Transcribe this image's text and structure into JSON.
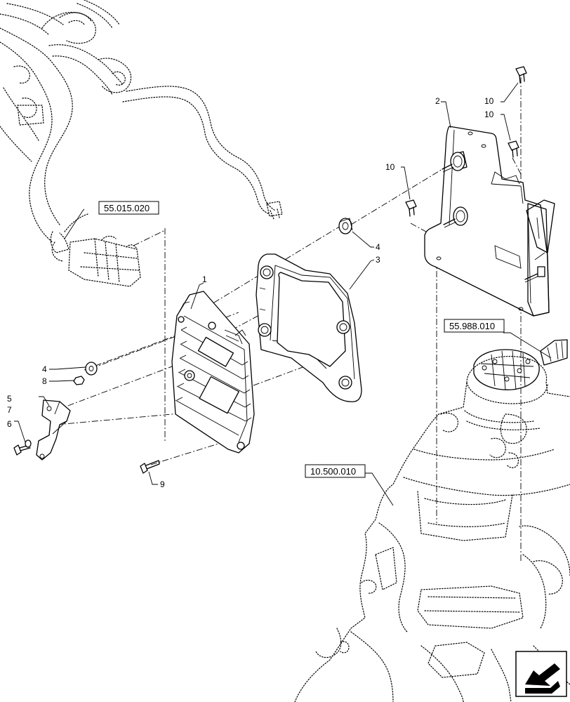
{
  "diagram": {
    "callouts": {
      "c1": "1",
      "c2": "2",
      "c3": "3",
      "c4a": "4",
      "c4b": "4",
      "c5": "5",
      "c6": "6",
      "c7": "7",
      "c8": "8",
      "c9": "9",
      "c10a": "10",
      "c10b": "10",
      "c10c": "10"
    },
    "references": {
      "harness": "55.015.020",
      "connector": "55.988.010",
      "transmission": "10.500.010"
    },
    "nav_icon": "arrow-left-icon"
  }
}
